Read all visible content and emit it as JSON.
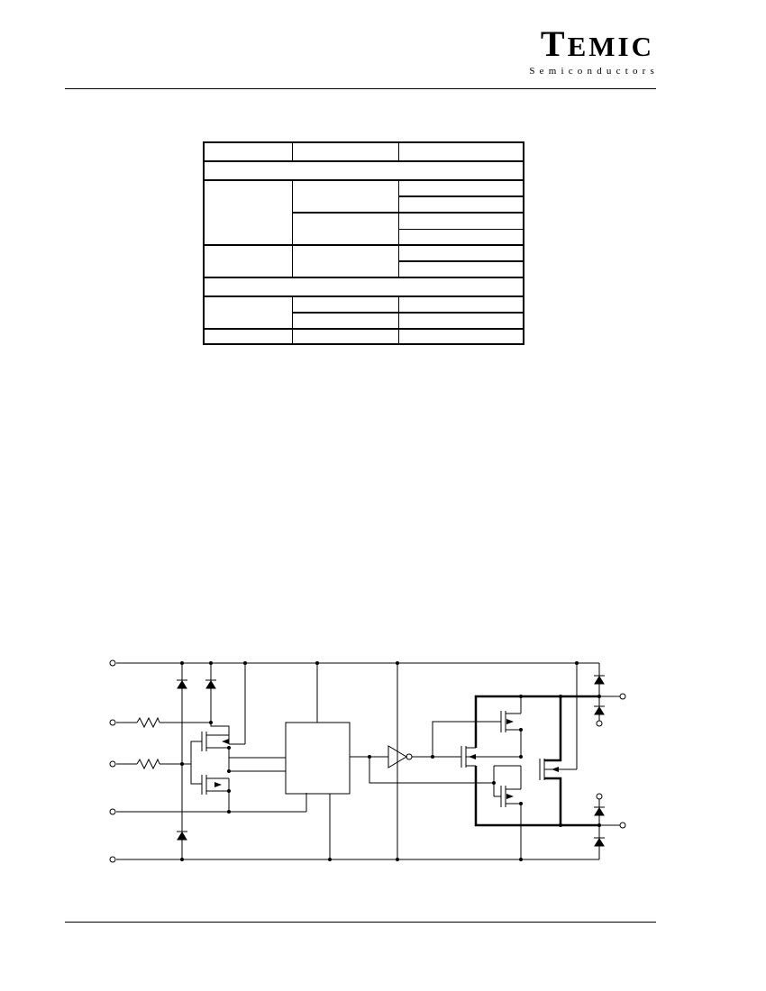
{
  "header": {
    "brand_first": "T",
    "brand_rest": "EMIC",
    "brand_sub": "Semiconductors"
  },
  "table": {
    "rows": 12
  },
  "schematic": {
    "labels": []
  }
}
